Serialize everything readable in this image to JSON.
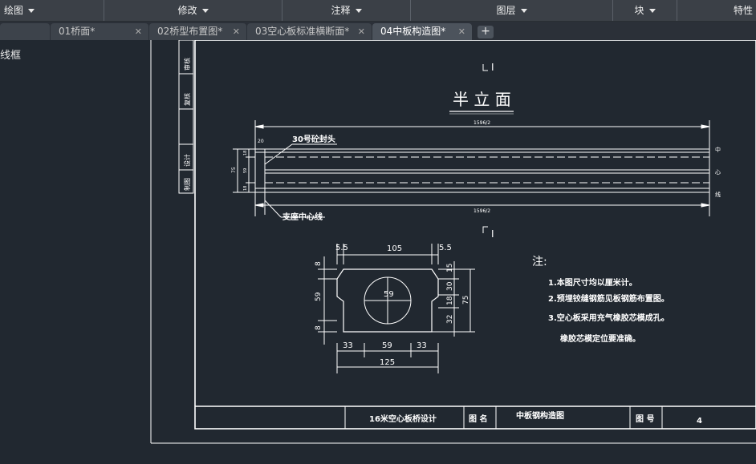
{
  "ribbon": {
    "panels": [
      {
        "label": "绘图",
        "has_dropdown": true
      },
      {
        "label": "修改",
        "has_dropdown": true
      },
      {
        "label": "注释",
        "has_dropdown": true
      },
      {
        "label": "图层",
        "has_dropdown": true
      },
      {
        "label": "块",
        "has_dropdown": true
      },
      {
        "label": "特性",
        "has_dropdown": false
      }
    ]
  },
  "tabs": [
    {
      "label": "01桥面*",
      "active": false
    },
    {
      "label": "02桥型布置图*",
      "active": false
    },
    {
      "label": "03空心板标准横断面*",
      "active": false
    },
    {
      "label": "04中板构造图*",
      "active": true
    }
  ],
  "tab_close_glyph": "✕",
  "add_tab_glyph": "+",
  "viewport_label": "线框",
  "drawing": {
    "section_marker": "I",
    "elevation_title": "半 立 面",
    "length_dim": "1596/2",
    "seal_label": "30号砼封头",
    "center_label": "支座中心线",
    "midline_label": [
      "中",
      "心",
      "线"
    ],
    "left_dims": [
      "75",
      "18",
      "59",
      "18",
      "20"
    ],
    "side_strip": [
      "审核",
      "复核",
      "设计",
      "制图"
    ],
    "section": {
      "top_dims": [
        "5.5",
        "105",
        "5.5"
      ],
      "left_dims": [
        "8",
        "59",
        "8"
      ],
      "right_dims": [
        "15",
        "30",
        "18",
        "32",
        "75"
      ],
      "bottom_dims": [
        "33",
        "59",
        "33"
      ],
      "total_width": "125",
      "hole_dia": "59"
    },
    "notes": {
      "heading": "注:",
      "items": [
        "1.本图尺寸均以厘米计。",
        "2.预埋铰缝钢筋见板钢筋布置图。",
        "3.空心板采用充气橡胶芯模成孔。",
        "橡胶芯模定位要准确。"
      ]
    },
    "title_block": {
      "project": "16米空心板桥设计",
      "drawing_name_label": "图 名",
      "drawing_name": "中板钢构造图",
      "drawing_no_label": "图 号",
      "drawing_no": "4"
    }
  },
  "colors": {
    "background": "#212830",
    "ribbon": "#3b4047",
    "lines": "#ffffff"
  }
}
